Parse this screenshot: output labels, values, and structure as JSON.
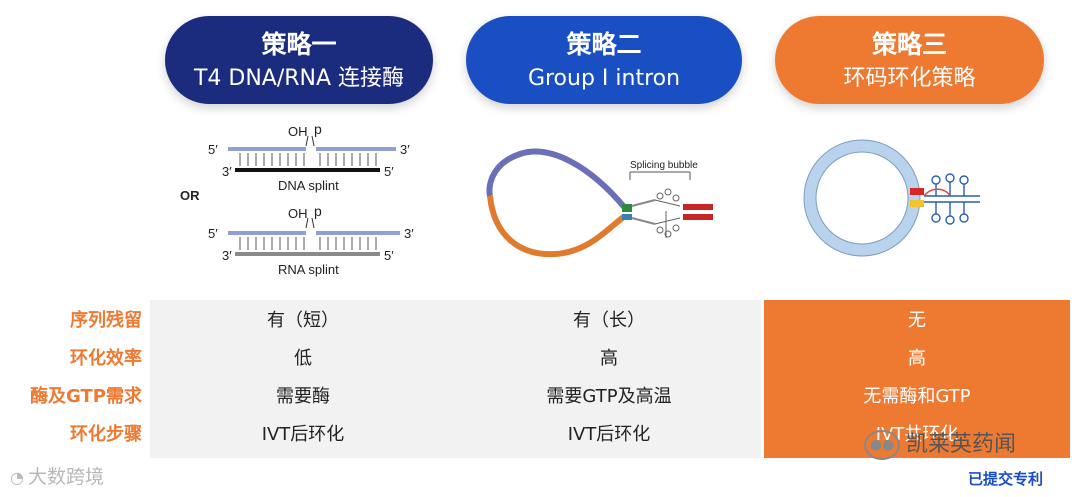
{
  "strategies": [
    {
      "title": "策略一",
      "subtitle": "T4 DNA/RNA 连接酶",
      "color": "#1b2b7e"
    },
    {
      "title": "策略二",
      "subtitle": "Group I intron",
      "color": "#1a4fc3"
    },
    {
      "title": "策略三",
      "subtitle": "环码环化策略",
      "color": "#ee7a32"
    }
  ],
  "diagram1": {
    "oh": "OH",
    "p": "p",
    "five_prime": "5′",
    "three_prime": "3′",
    "dna_splint": "DNA splint",
    "rna_splint": "RNA splint",
    "or": "OR"
  },
  "diagram2": {
    "bubble": "Splicing bubble"
  },
  "table": {
    "rows": [
      {
        "label": "序列残留",
        "v1": "有（短）",
        "v2": "有（长）",
        "v3": "无"
      },
      {
        "label": "环化效率",
        "v1": "低",
        "v2": "高",
        "v3": "高"
      },
      {
        "label": "酶及GTP需求",
        "v1": "需要酶",
        "v2": "需要GTP及高温",
        "v3": "无需酶和GTP"
      },
      {
        "label": "环化步骤",
        "v1": "IVT后环化",
        "v2": "IVT后环化",
        "v3": "IVT共环化"
      }
    ]
  },
  "watermarks": {
    "left": "大数跨境",
    "right": "凯莱英药闻",
    "tag": "已提交专利"
  },
  "colors": {
    "navy": "#1b2b7e",
    "blue": "#1a4fc3",
    "orange": "#ee7a32"
  }
}
